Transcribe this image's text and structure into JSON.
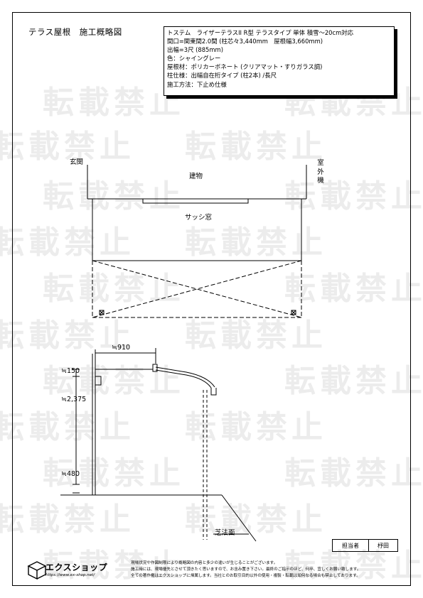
{
  "title": "テラス屋根　施工概略図",
  "spec_lines": [
    "トステム　ライザーテラスII R型 テラスタイプ 単体 積雪～20cm対応",
    "間口=関東間2.0間 (柱芯々3,440mm　屋根幅3,660mm)",
    "出幅=3尺 (885mm)",
    "色：シャイングレー",
    "屋根材：ポリカーボネート (クリアマット・すりガラス調)",
    "柱仕様：出幅自在桁タイプ (柱2本) /長尺",
    "施工方法：下止め仕様"
  ],
  "plan": {
    "entrance": "玄関",
    "building": "建物",
    "sash_window": "サッシ窓",
    "outdoor_unit": [
      "室",
      "外",
      "機"
    ]
  },
  "section": {
    "depth": "≒910",
    "gap_top": "≒150",
    "height": "≒2,375",
    "gap_bottom": "≒480",
    "ground": "芝法面"
  },
  "signature": {
    "label": "担当者",
    "name": "杼田"
  },
  "watermark": "転載禁止",
  "footer": {
    "brand": "エクスショップ",
    "url": "https://www.ex-shop.net/",
    "notes": [
      "現場状況や作図制限により概略図の内容と多少の違いが生じることがございます。",
      "施工時には、現場優先とさせて頂きたく思いますので、お含み置き下さい。最終のご指示のほど、何卒、宜しくお願い致します。",
      "全ての著作権はエクスショップに帰属します。当社とのお取引目的以外の使用・複製・転載は如何なる場合も禁止しております。"
    ]
  }
}
